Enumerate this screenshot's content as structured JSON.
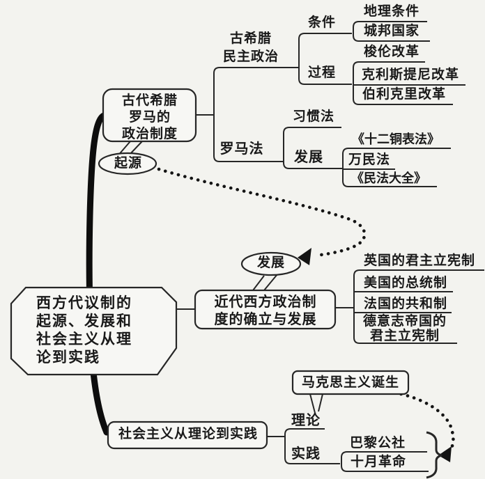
{
  "colors": {
    "ink": "#1a1a1a",
    "background": "#f3f3ef"
  },
  "root": {
    "label": "西方代议制的\n起源、发展和\n社会主义从理\n论到实践"
  },
  "ancient": {
    "title": "古代希腊\n罗马的\n政治制度",
    "origin_bubble": "起源",
    "greek": {
      "label": "古希腊\n民主政治",
      "condition": {
        "label": "条件",
        "items": [
          "地理条件",
          "城邦国家"
        ]
      },
      "process": {
        "label": "过程",
        "items": [
          "梭伦改革",
          "克利斯提尼改革",
          "伯利克里改革"
        ]
      }
    },
    "roman": {
      "label": "罗马法",
      "customary": "习惯法",
      "development": {
        "label": "发展",
        "items": [
          "《十二铜表法》",
          "万民法",
          "《民法大全》"
        ]
      }
    }
  },
  "modern": {
    "development_bubble": "发展",
    "title": "近代西方政治制\n度的确立与发展",
    "items": [
      "英国的君主立宪制",
      "美国的总统制",
      "法国的共和制",
      "德意志帝国的\n君主立宪制"
    ]
  },
  "socialism": {
    "title": "社会主义从理论到实践",
    "theory": {
      "label": "理论",
      "item": "马克思主义诞生"
    },
    "practice": {
      "label": "实践",
      "items": [
        "巴黎公社",
        "十月革命"
      ]
    }
  }
}
